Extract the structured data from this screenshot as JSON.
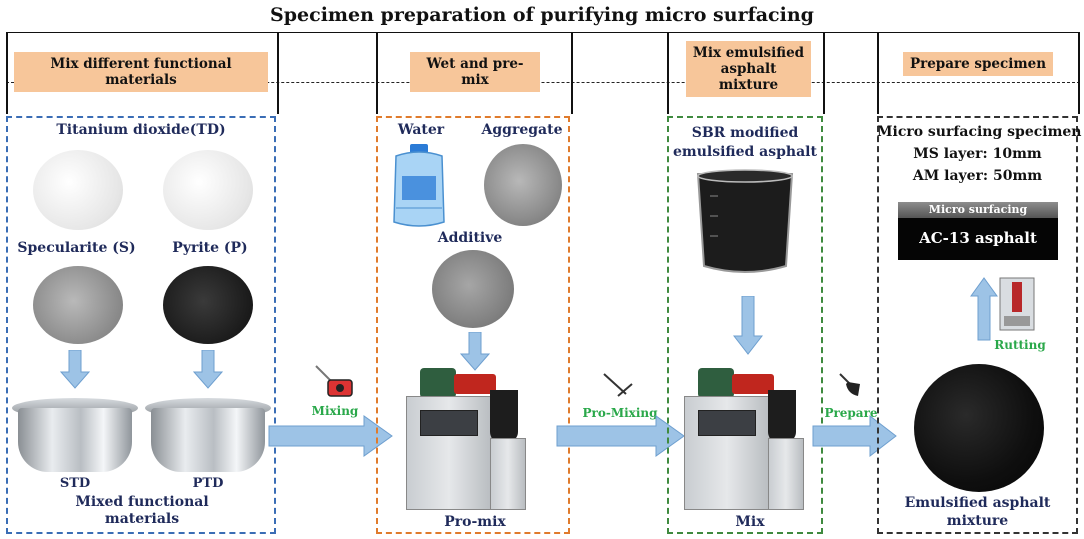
{
  "title": "Specimen preparation of purifying micro surfacing",
  "stages": [
    {
      "label": "Mix different functional materials"
    },
    {
      "label": "Wet and pre-mix"
    },
    {
      "label": "Mix emulsified asphalt mixture"
    },
    {
      "label": "Prepare specimen"
    }
  ],
  "panel1": {
    "td_label": "Titanium dioxide(TD)",
    "s_label": "Specularite (S)",
    "p_label": "Pyrite (P)",
    "std_label": "STD",
    "ptd_label": "PTD",
    "caption": "Mixed functional materials"
  },
  "panel2": {
    "water_label": "Water",
    "aggregate_label": "Aggregate",
    "additive_label": "Additive",
    "caption": "Pro-mix"
  },
  "panel3": {
    "sbr_label": "SBR modified emulsified asphalt",
    "caption": "Mix"
  },
  "panel4": {
    "specimen_title": "Micro surfacing specimen",
    "ms_layer": "MS layer: 10mm",
    "am_layer": "AM layer: 50mm",
    "micro_surfacing": "Micro surfacing",
    "asphalt_plate": "AC-13 asphalt plate",
    "rutting": "Rutting",
    "caption": "Emulsified asphalt mixture"
  },
  "transitions": {
    "mixing": "Mixing",
    "pro_mixing": "Pro-Mixing",
    "prepare": "Prepare"
  },
  "colors": {
    "stage_bg": "#f7c69a",
    "panel1_border": "#3a6db5",
    "panel2_border": "#e07b2c",
    "panel3_border": "#3f8a3f",
    "panel4_border": "#333333",
    "arrow": "#9dc3e6",
    "label_text": "#1f2a5a",
    "transition_text": "#2aa84a"
  },
  "icons": [
    "water-jug-icon",
    "mixer-tool-icon",
    "stirrer-icon",
    "trowel-icon",
    "rutting-machine-icon",
    "mixing-machine-icon",
    "pot-icon"
  ]
}
